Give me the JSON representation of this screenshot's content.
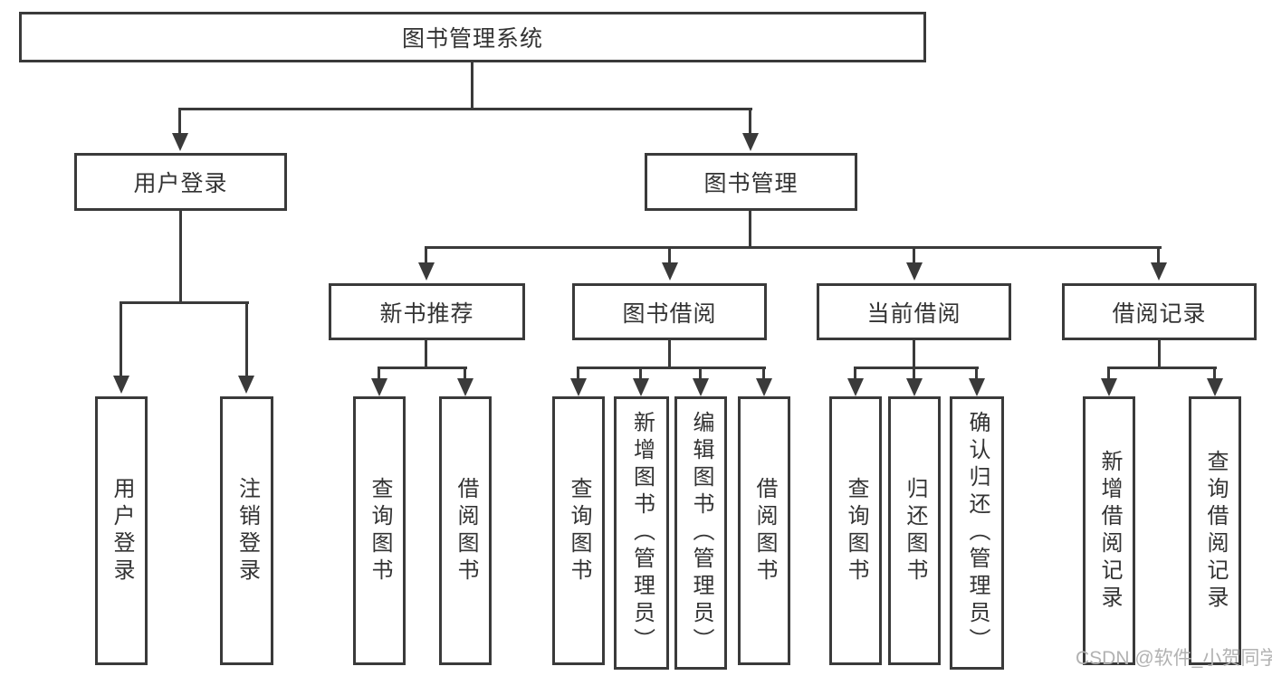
{
  "diagram": {
    "root": "图书管理系统",
    "level2": {
      "user_login": "用户登录",
      "book_management": "图书管理"
    },
    "level3": {
      "new_book_recommend": "新书推荐",
      "book_borrow": "图书借阅",
      "current_borrow": "当前借阅",
      "borrow_records": "借阅记录"
    },
    "level4": {
      "user_login_children": [
        "用户登录",
        "注销登录"
      ],
      "new_book_children": [
        "查询图书",
        "借阅图书"
      ],
      "book_borrow_children": [
        "查询图书",
        "新增图书（管理员）",
        "编辑图书（管理员）",
        "借阅图书"
      ],
      "current_borrow_children": [
        "查询图书",
        "归还图书",
        "确认归还（管理员）"
      ],
      "borrow_records_children": [
        "新增借阅记录",
        "查询借阅记录"
      ]
    }
  },
  "watermark": "CSDN @软件_小贺同学",
  "colors": {
    "line": "#3a3a3a",
    "text": "#333333",
    "watermark": "#b2b2b2",
    "background": "#ffffff"
  }
}
